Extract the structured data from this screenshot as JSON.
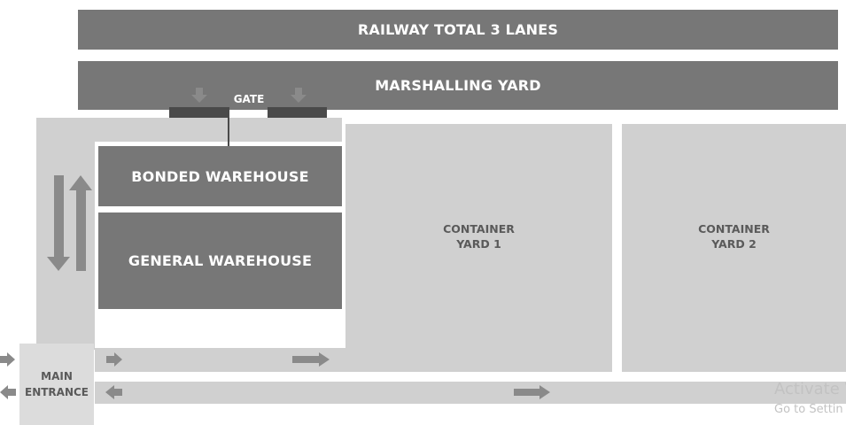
{
  "railway": {
    "label": "RAILWAY TOTAL 3 LANES"
  },
  "marshalling": {
    "label": "MARSHALLING YARD"
  },
  "gate": {
    "label": "GATE"
  },
  "bonded": {
    "label": "BONDED WAREHOUSE"
  },
  "general": {
    "label": "GENERAL WAREHOUSE"
  },
  "yard1": {
    "label": "CONTAINER\nYARD 1"
  },
  "yard2": {
    "label": "CONTAINER\nYARD 2"
  },
  "entrance": {
    "label": "MAIN\nENTRANCE"
  },
  "watermark": {
    "line1": "Activate W",
    "line2": "Go to Settin"
  },
  "colors": {
    "dark_block": "#777777",
    "light_area": "#d0d0d0",
    "arrow": "#8a8a8a",
    "gate_bar": "#4a4a4a"
  }
}
